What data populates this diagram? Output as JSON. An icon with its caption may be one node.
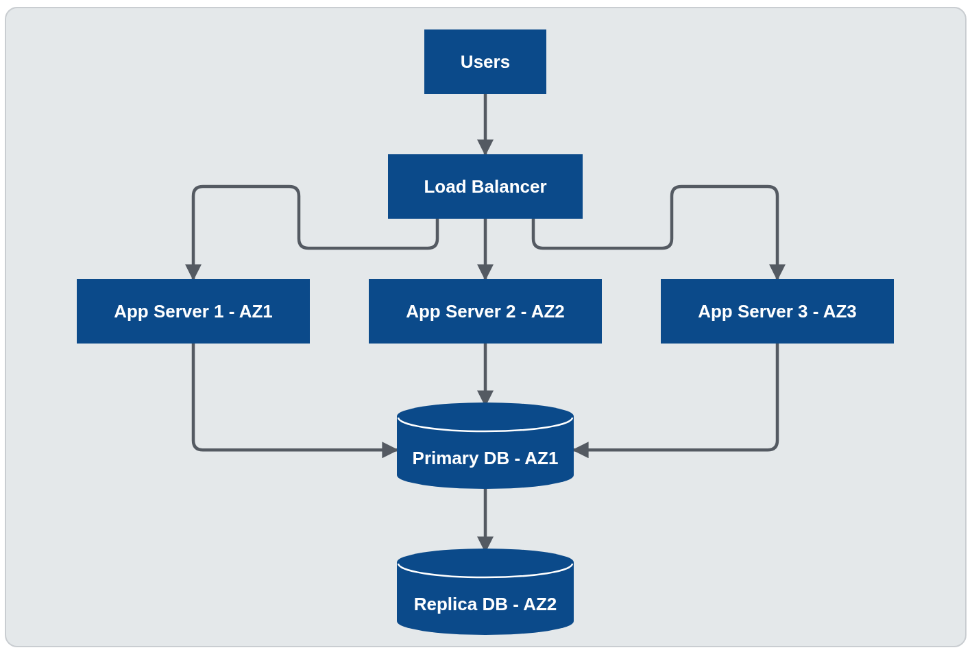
{
  "diagram": {
    "nodes": [
      {
        "text": [
          "Users"
        ]
      },
      {
        "text": [
          "Load Balancer"
        ]
      },
      {
        "text": [
          "App Server 1 - AZ1"
        ]
      },
      {
        "text": [
          "App Server 2 - AZ2"
        ]
      },
      {
        "text": [
          "App Server 3 - AZ3"
        ]
      },
      {
        "text": [
          "Primary DB - AZ1"
        ]
      },
      {
        "text": [
          "Replica DB - AZ2"
        ]
      }
    ],
    "edges": [
      {
        "from": 0,
        "to": 1,
        "arrow": "to"
      },
      {
        "from": 1,
        "to": 2,
        "arrow": "to"
      },
      {
        "from": 1,
        "to": 3,
        "arrow": "to"
      },
      {
        "from": 1,
        "to": 4,
        "arrow": "to"
      },
      {
        "from": 2,
        "to": 5,
        "arrow": "to"
      },
      {
        "from": 3,
        "to": 5,
        "arrow": "to"
      },
      {
        "from": 4,
        "to": 5,
        "arrow": "to"
      },
      {
        "from": 5,
        "to": 6,
        "arrow": "to"
      }
    ]
  }
}
